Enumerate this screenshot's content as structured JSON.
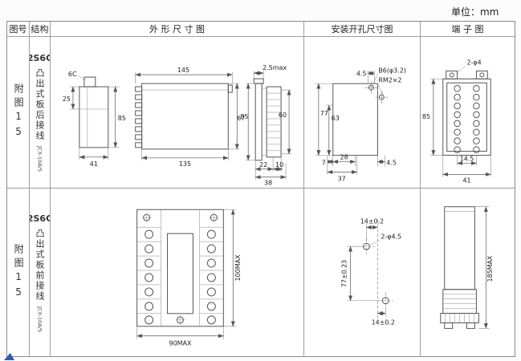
{
  "unit_label": "单位：mm",
  "header": {
    "fig": "图号",
    "structure": "结构",
    "outline": "外 形 尺 寸 图",
    "mounting": "安装开孔尺寸图",
    "terminal": "端 子 图"
  },
  "row1": {
    "fig": "附图15",
    "model": "2S6C",
    "structure": "凸出式板后接线",
    "type_code": "JCX-10A/5",
    "outline": {
      "top_label": "6C",
      "d25": "25",
      "d85_side": "85",
      "d41": "41",
      "d145": "145",
      "d135": "135",
      "d85": "85",
      "d25max": "2.5max",
      "d67": "67",
      "d60": "60",
      "d22": "22",
      "d10": "10",
      "d38": "38"
    },
    "mounting": {
      "d45_top": "4.5",
      "hole_label": "B6(φ3.2)",
      "thread_label": "RM2×2",
      "d77": "77",
      "d63": "63",
      "d7": "7",
      "d28": "28",
      "d37": "37",
      "d45_bottom": "4.5"
    },
    "terminal": {
      "hole_label": "2-φ4",
      "d85": "85",
      "d145": "14.5",
      "d41": "41"
    }
  },
  "row2": {
    "fig": "附图15",
    "model": "2S6C",
    "structure": "凸出式板前接线",
    "type_code": "JCX-10A/5",
    "outline": {
      "d100": "100MAX",
      "d90": "90MAX"
    },
    "mounting": {
      "d14_top": "14±0.2",
      "hole_label": "2-φ4.5",
      "d77": "77±0.23",
      "d14_bottom": "14±0.2"
    },
    "terminal": {
      "d185": "185MAX"
    }
  }
}
